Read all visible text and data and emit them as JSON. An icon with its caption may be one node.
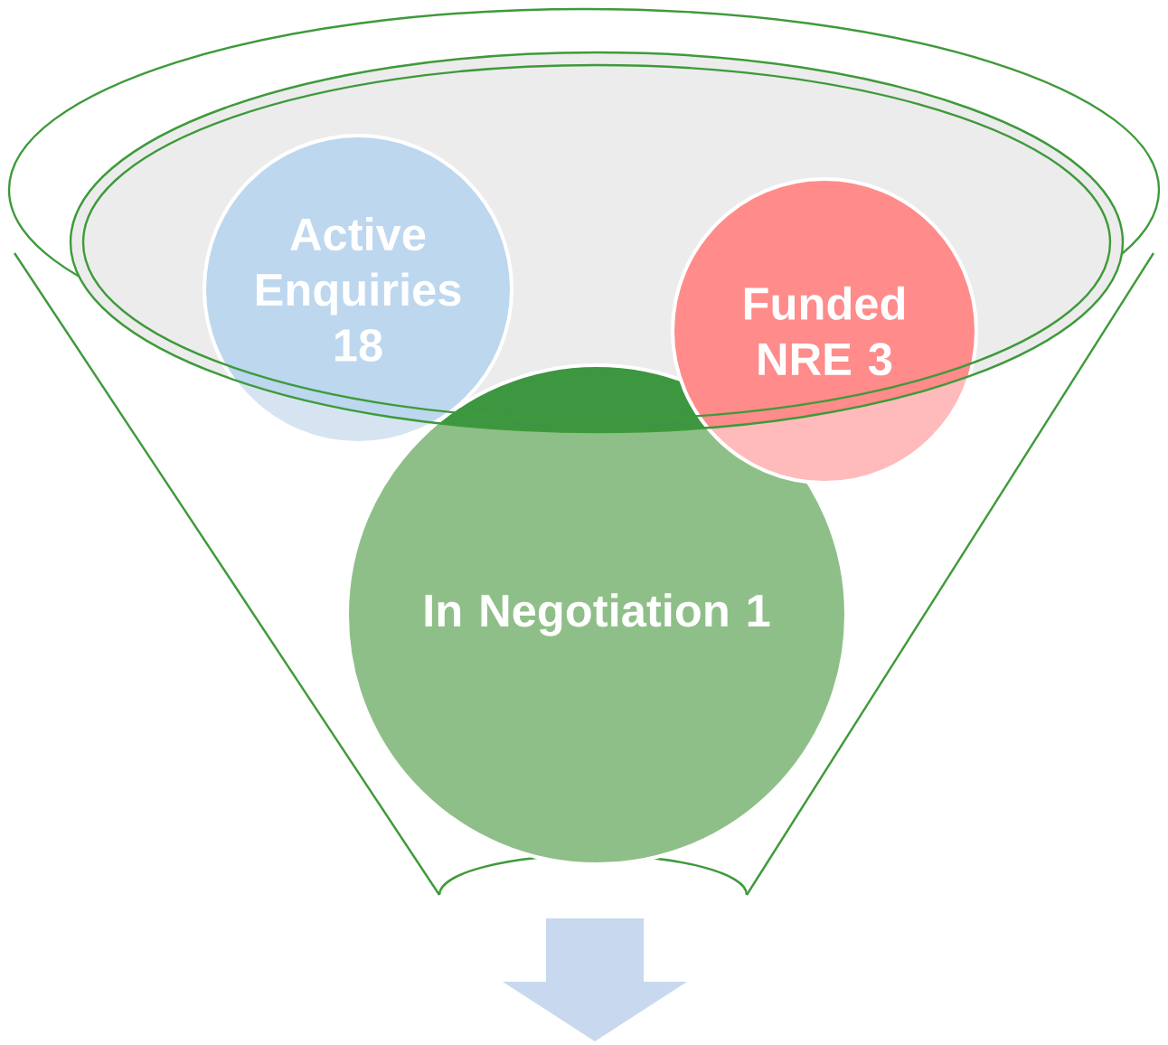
{
  "diagram": {
    "nodes": [
      {
        "text": [
          "Active Enquiries 18"
        ]
      },
      {
        "text": [
          "Funded NRE 3"
        ]
      },
      {
        "text": [
          "In Negotiation 1"
        ]
      }
    ]
  }
}
